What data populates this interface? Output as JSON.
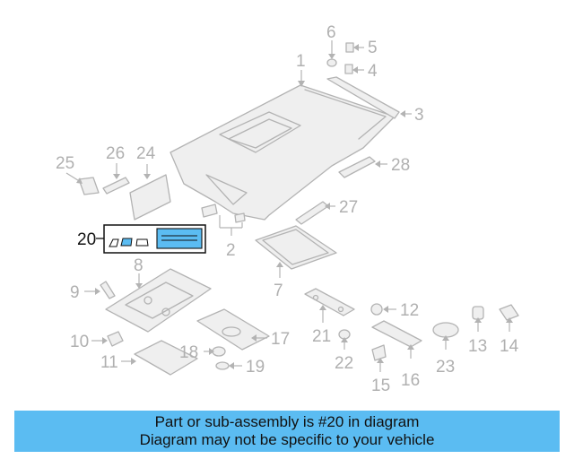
{
  "diagram": {
    "callouts": [
      "1",
      "2",
      "3",
      "4",
      "5",
      "6",
      "7",
      "8",
      "9",
      "10",
      "11",
      "12",
      "13",
      "14",
      "15",
      "16",
      "17",
      "18",
      "19",
      "20",
      "21",
      "22",
      "23",
      "24",
      "25",
      "26",
      "27",
      "28"
    ],
    "highlighted_callout": "20",
    "colors": {
      "highlight": "#5bbcf2",
      "line_art": "#b3b3b3",
      "active_text": "#111111"
    }
  },
  "banner": {
    "line1": "Part or sub-assembly is #20 in diagram",
    "line2": "Diagram may not be specific to your vehicle"
  }
}
